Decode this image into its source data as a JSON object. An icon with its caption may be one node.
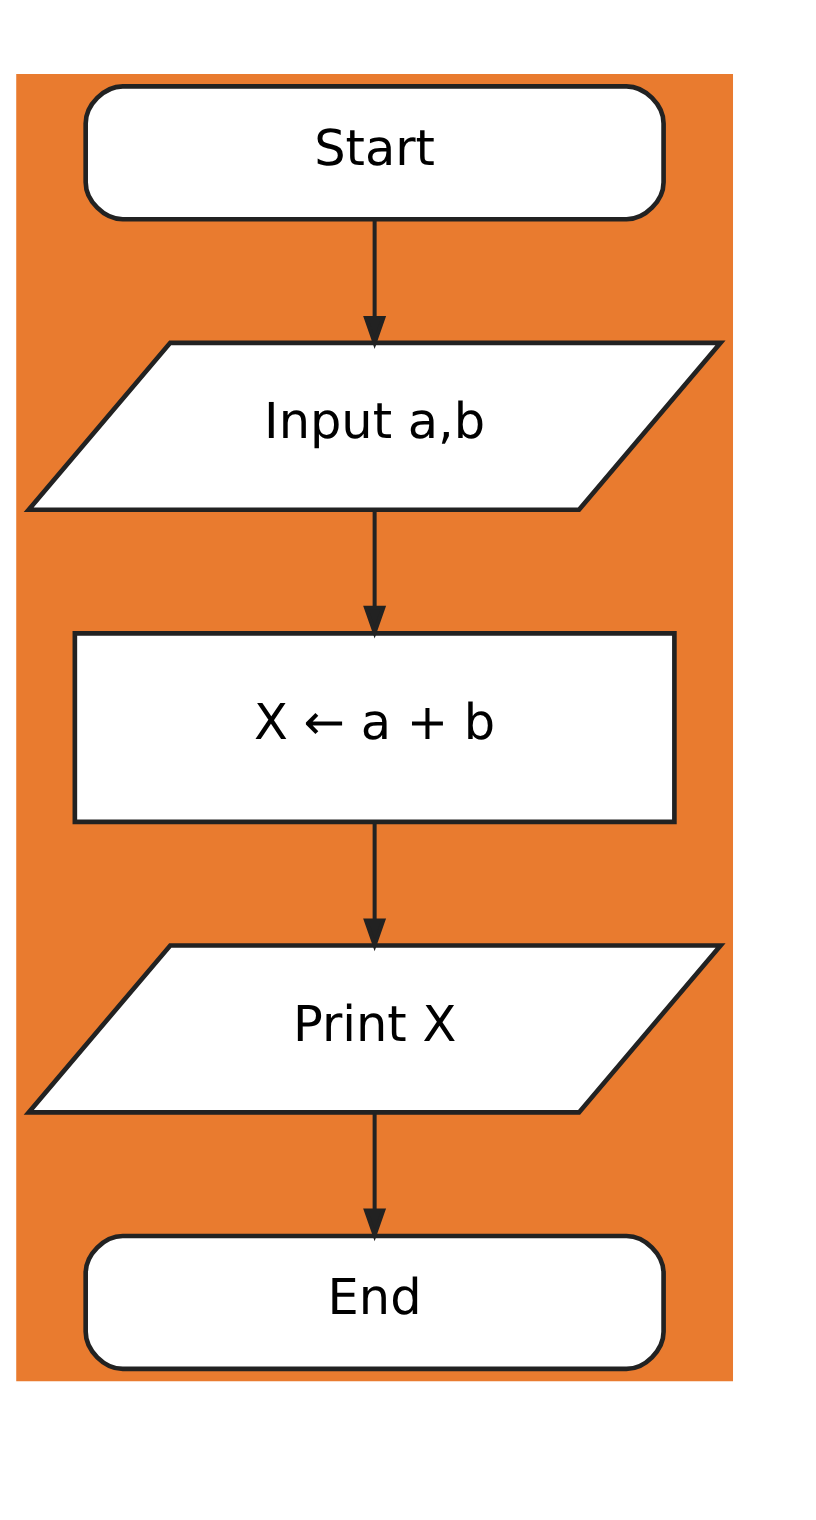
{
  "diagram": {
    "nodes": [
      {
        "text": [
          "Start"
        ]
      },
      {
        "text": [
          "Input a,b"
        ]
      },
      {
        "text": [
          "X ← a + b"
        ]
      },
      {
        "text": [
          "Print X"
        ]
      },
      {
        "text": [
          "End"
        ]
      }
    ],
    "edges": [
      {
        "from": 0,
        "to": 1,
        "arrow": "to"
      },
      {
        "from": 1,
        "to": 2,
        "arrow": "to"
      },
      {
        "from": 2,
        "to": 3,
        "arrow": "to"
      },
      {
        "from": 3,
        "to": 4,
        "arrow": "to"
      }
    ]
  }
}
